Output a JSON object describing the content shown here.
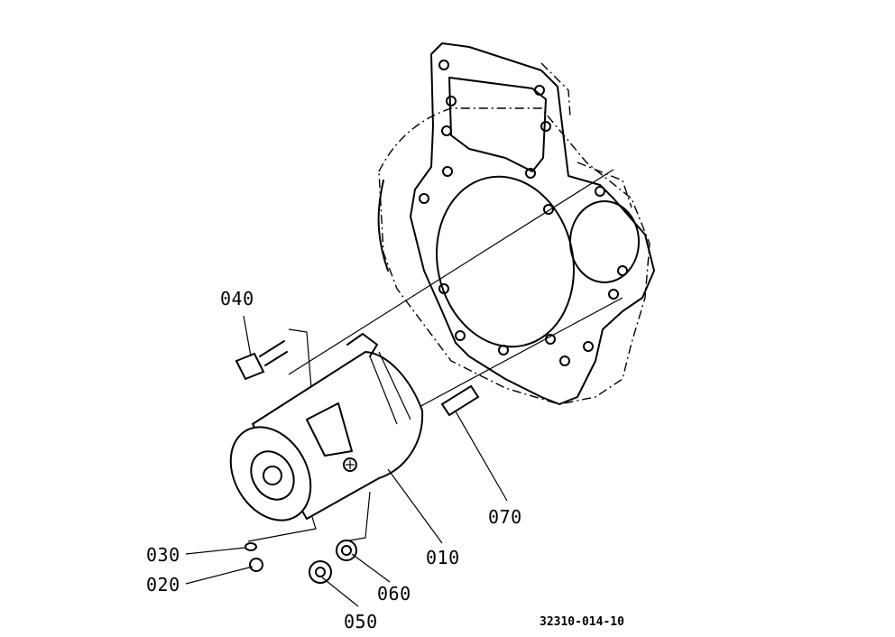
{
  "parts": [
    {
      "number": "010"
    },
    {
      "number": "020"
    },
    {
      "number": "030"
    },
    {
      "number": "040"
    },
    {
      "number": "050"
    },
    {
      "number": "060"
    },
    {
      "number": "070"
    }
  ],
  "drawing_number": "32310-014-10"
}
